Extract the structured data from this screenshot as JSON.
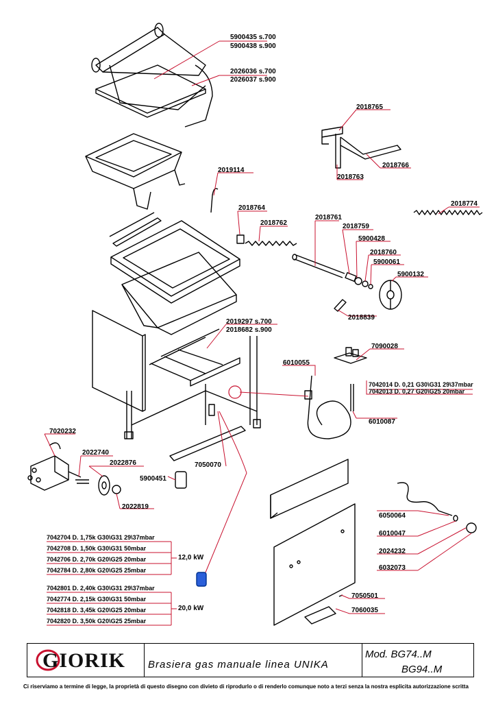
{
  "labels": {
    "p5900435": "5900435 s.700",
    "p5900438": "5900438 s.900",
    "p2026036": "2026036 s.700",
    "p2026037": "2026037 s.900",
    "p2018765": "2018765",
    "p2018766": "2018766",
    "p2018763": "2018763",
    "p2019114": "2019114",
    "p2018774": "2018774",
    "p2018764": "2018764",
    "p2018761": "2018761",
    "p2018762": "2018762",
    "p2018759": "2018759",
    "p5900428": "5900428",
    "p2018760": "2018760",
    "p5900061": "5900061",
    "p5900132": "5900132",
    "p2018839": "2018839",
    "p2019297": "2019297 s.700",
    "p2018682": "2018682 s.900",
    "p7090028": "7090028",
    "p6010055": "6010055",
    "p7042014": "7042014  D. 0,21  G30\\G31  29\\37mbar",
    "p7042013": "7042013  D. 0,27  G20\\G25      20mbar",
    "p6010087": "6010087",
    "p7020232": "7020232",
    "p2022740": "2022740",
    "p2022876": "2022876",
    "p5900451": "5900451",
    "p7050070": "7050070",
    "p2022819": "2022819",
    "p6050064": "6050064",
    "p6010047": "6010047",
    "p2024232": "2024232",
    "p6032073": "6032073",
    "p7050501": "7050501",
    "p7060035": "7060035"
  },
  "nozzle_groups": [
    {
      "power": "12,0 kW",
      "rows": [
        "7042704  D. 1,75k   G30\\G31   29\\37mbar",
        "7042708  D. 1,50k   G30\\G31        50mbar",
        "7042706  D. 2,70k   G20\\G25        20mbar",
        "7042784  D. 2,80k   G20\\G25        25mbar"
      ]
    },
    {
      "power": "20,0 kW",
      "rows": [
        "7042801  D. 2,40k   G30\\G31   29\\37mbar",
        "7042774  D. 2,15k   G30\\G31        50mbar",
        "7042818  D. 3,45k   G20\\G25        20mbar",
        "7042820  D. 3,50k   G20\\G25        25mbar"
      ]
    }
  ],
  "title_block": {
    "brand": "GIORIK",
    "description": "Brasiera gas manuale linea UNIKA",
    "model_line1": "Mod.  BG74..M",
    "model_line2": "BG94..M"
  },
  "footer": "Ci riserviamo a termine di legge, la proprietà di questo disegno con divieto di riprodurlo o di renderlo comunque noto a terzi senza la nostra esplicita autorizzazione scritta",
  "colors": {
    "leader": "#c8102e",
    "ink": "#000000",
    "logo_accent": "#c8102e"
  }
}
